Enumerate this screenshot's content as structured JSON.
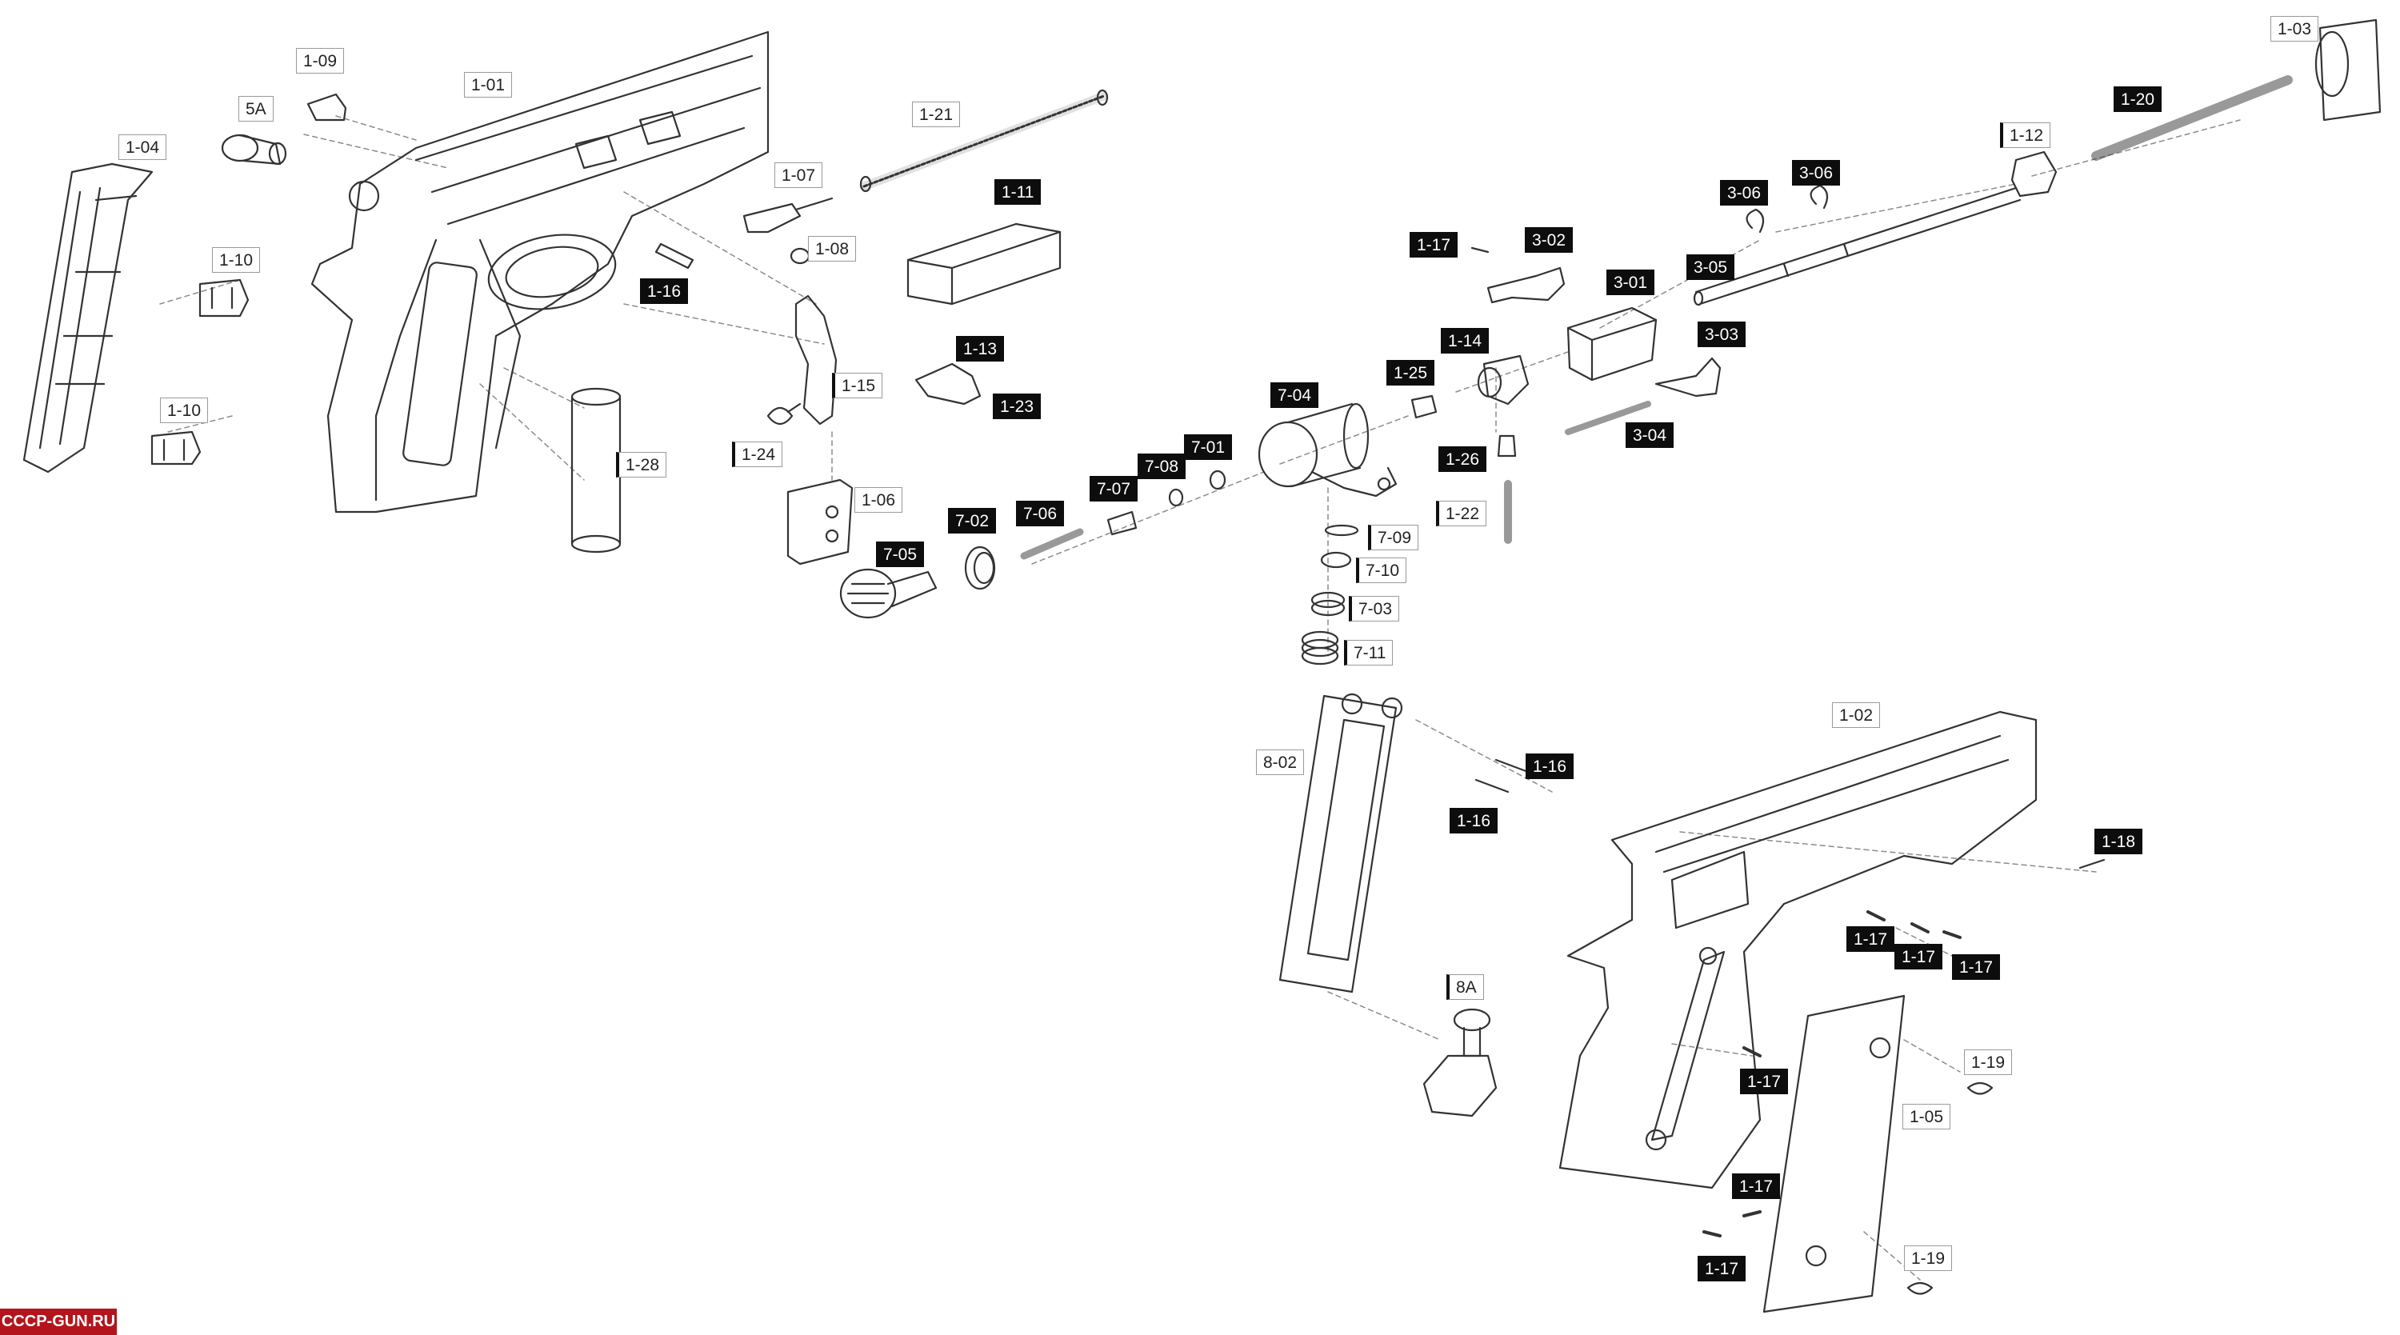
{
  "title": "",
  "parts": {
    "p_1_01": "1-01",
    "p_1_02": "1-02",
    "p_1_03": "1-03",
    "p_1_04": "1-04",
    "p_1_05": "1-05",
    "p_1_06": "1-06",
    "p_1_07": "1-07",
    "p_1_08": "1-08",
    "p_1_09": "1-09",
    "p_1_10a": "1-10",
    "p_1_10b": "1-10",
    "p_1_11": "1-11",
    "p_1_12": "1-12",
    "p_1_13": "1-13",
    "p_1_14": "1-14",
    "p_1_15": "1-15",
    "p_1_16a": "1-16",
    "p_1_16b": "1-16",
    "p_1_16c": "1-16",
    "p_1_17a": "1-17",
    "p_1_17b": "1-17",
    "p_1_17c": "1-17",
    "p_1_17d": "1-17",
    "p_1_17e": "1-17",
    "p_1_17f": "1-17",
    "p_1_17g": "1-17",
    "p_1_18": "1-18",
    "p_1_19a": "1-19",
    "p_1_19b": "1-19",
    "p_1_20": "1-20",
    "p_1_21": "1-21",
    "p_1_22": "1-22",
    "p_1_23": "1-23",
    "p_1_24": "1-24",
    "p_1_25": "1-25",
    "p_1_26": "1-26",
    "p_1_28": "1-28",
    "p_3_01": "3-01",
    "p_3_02": "3-02",
    "p_3_03": "3-03",
    "p_3_04": "3-04",
    "p_3_05": "3-05",
    "p_3_06a": "3-06",
    "p_3_06b": "3-06",
    "p_5a": "5A",
    "p_7_01": "7-01",
    "p_7_02": "7-02",
    "p_7_03": "7-03",
    "p_7_04": "7-04",
    "p_7_05": "7-05",
    "p_7_06": "7-06",
    "p_7_07": "7-07",
    "p_7_08": "7-08",
    "p_7_09": "7-09",
    "p_7_10": "7-10",
    "p_7_11": "7-11",
    "p_8_02": "8-02",
    "p_8a": "8A"
  },
  "watermark": "CCCP-GUN.RU",
  "colors": {
    "line": "#333333",
    "leader": "#8c8c8c",
    "label_dark": "#0d0d0d",
    "watermark": "#b4141b"
  }
}
